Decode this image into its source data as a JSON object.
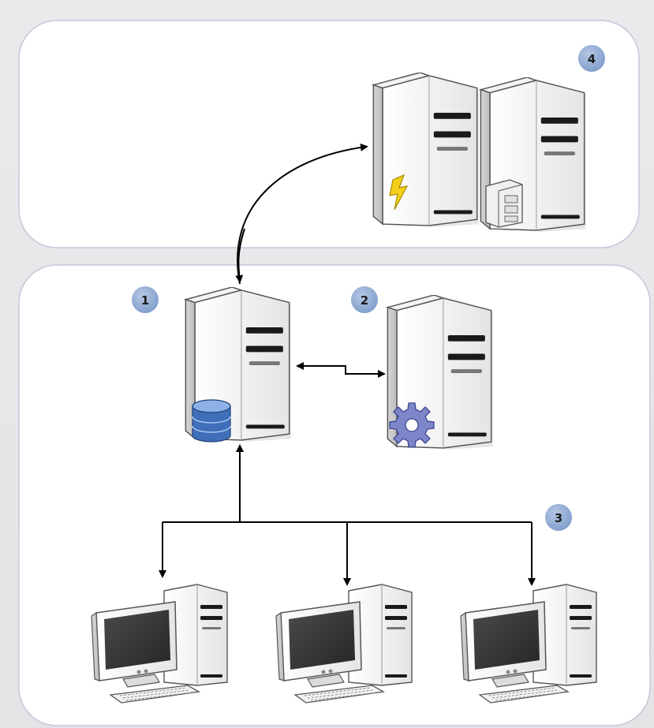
{
  "diagram": {
    "badges": {
      "db_server": "1",
      "app_server": "2",
      "clients": "3",
      "external_servers": "4"
    },
    "colors": {
      "zone_border": "#c9c6dc",
      "badge_fill": "#8faad4",
      "arrow": "#000000",
      "database_icon": "#3f6fb8",
      "gear_icon": "#7d86c8",
      "lightning_icon": "#f4d01c"
    },
    "icons": [
      "server-icon",
      "database-icon",
      "gear-icon",
      "lightning-icon",
      "file-cabinet-icon",
      "desktop-computer-icon",
      "keyboard-icon"
    ]
  }
}
